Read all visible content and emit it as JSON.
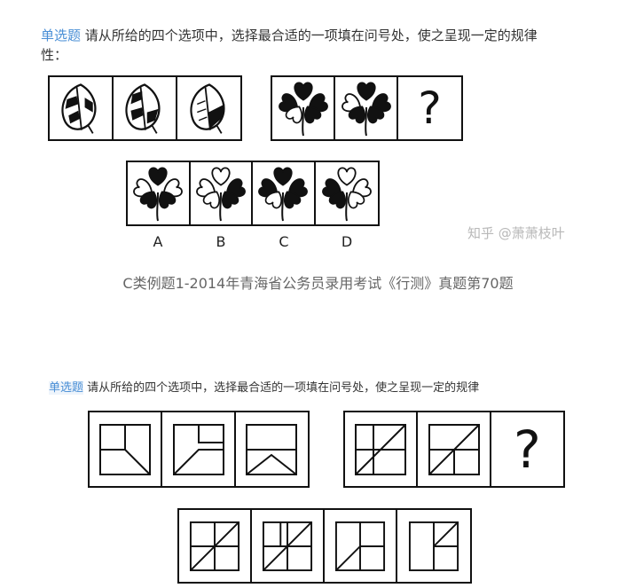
{
  "question1": {
    "tag": "单选题",
    "prompt_line1": "请从所给的四个选项中，选择最合适的一项填在问号处，使之呈现一定的规律",
    "prompt_line2": "性：",
    "unknown_mark": "?",
    "options": [
      "A",
      "B",
      "C",
      "D"
    ],
    "watermark": "知乎 @萧萧枝叶",
    "caption": "C类例题1-2014年青海省公务员录用考试《行测》真题第70题"
  },
  "question2": {
    "tag": "单选题",
    "prompt": "请从所给的四个选项中，选择最合适的一项填在问号处，使之呈现一定的规律",
    "unknown_mark": "?"
  }
}
